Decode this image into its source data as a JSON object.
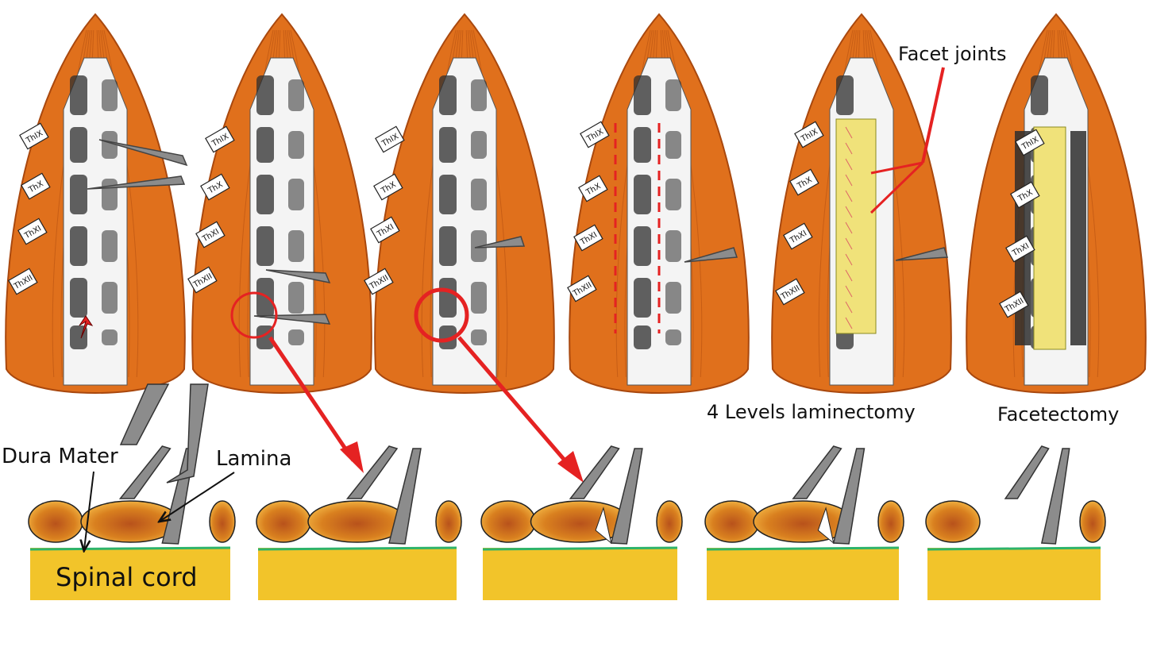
{
  "colors": {
    "muscle": "#e0701c",
    "muscle_dark": "#a9480e",
    "bone": "#f4f4f4",
    "bone_shadow": "#2e2e2e",
    "dura": "#2db36a",
    "spinal_cord": "#f2c42a",
    "lamina_outer": "#e8a43a",
    "lamina_inner": "#b8521b",
    "arrow": "#e52222",
    "tool": "#8c8c8c",
    "dura_yellow": "#f0e27a"
  },
  "vertebra_tags": [
    "ThIX",
    "ThX",
    "ThXI",
    "ThXII"
  ],
  "panels": [
    {
      "id": "step-1",
      "icon": "exposed-spine-icon"
    },
    {
      "id": "step-2",
      "icon": "spine-with-rongeur-icon"
    },
    {
      "id": "step-3",
      "icon": "spine-lamina-opening-icon"
    },
    {
      "id": "step-4",
      "icon": "spine-cut-lines-icon"
    },
    {
      "id": "step-5",
      "icon": "laminectomy-icon"
    },
    {
      "id": "step-6",
      "icon": "facetectomy-icon"
    }
  ],
  "labels": {
    "facet_joints": "Facet joints",
    "laminectomy": "4 Levels laminectomy",
    "facetectomy": "Facetectomy",
    "dura_mater": "Dura Mater",
    "lamina": "Lamina",
    "spinal_cord": "Spinal cord"
  }
}
